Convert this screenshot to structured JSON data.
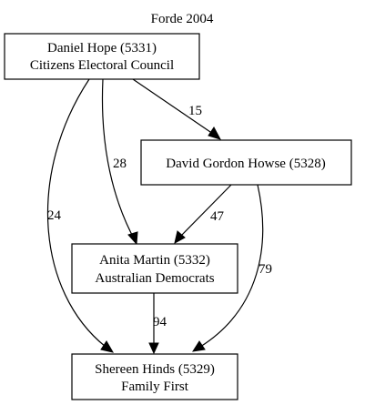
{
  "title": "Forde 2004",
  "nodes": {
    "hope": {
      "line1": "Daniel Hope (5331)",
      "line2": "Citizens Electoral Council"
    },
    "howse": {
      "line1": "David Gordon Howse (5328)"
    },
    "martin": {
      "line1": "Anita Martin (5332)",
      "line2": "Australian Democrats"
    },
    "hinds": {
      "line1": "Shereen Hinds (5329)",
      "line2": "Family First"
    }
  },
  "edges": [
    {
      "from": "Daniel Hope (5331)",
      "to": "David Gordon Howse (5328)",
      "label": "15"
    },
    {
      "from": "Daniel Hope (5331)",
      "to": "Anita Martin (5332)",
      "label": "28"
    },
    {
      "from": "Daniel Hope (5331)",
      "to": "Shereen Hinds (5329)",
      "label": "24"
    },
    {
      "from": "David Gordon Howse (5328)",
      "to": "Anita Martin (5332)",
      "label": "47"
    },
    {
      "from": "David Gordon Howse (5328)",
      "to": "Shereen Hinds (5329)",
      "label": "79"
    },
    {
      "from": "Anita Martin (5332)",
      "to": "Shereen Hinds (5329)",
      "label": "94"
    }
  ]
}
